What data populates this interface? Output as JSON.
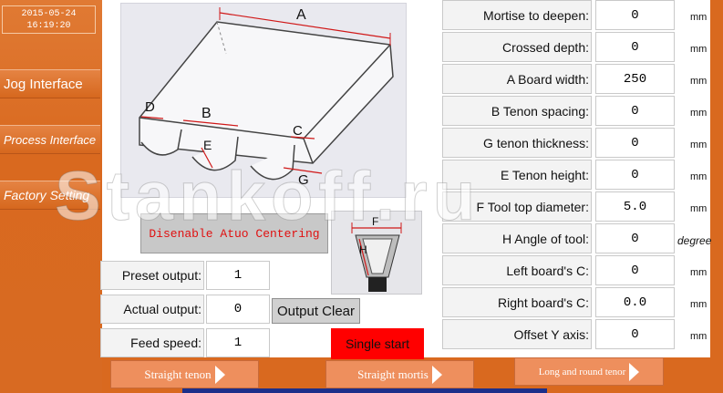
{
  "clock": {
    "date": "2015-05-24",
    "time": "16:19:20"
  },
  "sidebar": {
    "items": [
      {
        "label": "Jog Interface"
      },
      {
        "label": "Process Interface"
      },
      {
        "label": "Factory Setting"
      }
    ]
  },
  "diagram": {
    "labels": {
      "a": "A",
      "b": "B",
      "c": "C",
      "d": "D",
      "e": "E",
      "f": "F",
      "g": "G",
      "h": "H"
    }
  },
  "centering": {
    "label": "Disenable Atuo Centering"
  },
  "outputs": {
    "preset": {
      "label": "Preset output:",
      "value": "1"
    },
    "actual": {
      "label": "Actual output:",
      "value": "0"
    },
    "feed": {
      "label": "Feed speed:",
      "value": "1"
    },
    "clear_label": "Output Clear"
  },
  "single_start": "Single start",
  "modes": {
    "straight_tenon": "Straight tenon",
    "straight_mortise": "Straight mortis",
    "long_round": "Long and round tenor"
  },
  "params": [
    {
      "label": "Mortise to deepen:",
      "value": "0",
      "unit": "mm"
    },
    {
      "label": "Crossed depth:",
      "value": "0",
      "unit": "mm"
    },
    {
      "label": "A Board width:",
      "value": "250",
      "unit": "mm"
    },
    {
      "label": "B Tenon spacing:",
      "value": "0",
      "unit": "mm"
    },
    {
      "label": "G tenon thickness:",
      "value": "0",
      "unit": "mm"
    },
    {
      "label": "E Tenon height:",
      "value": "0",
      "unit": "mm"
    },
    {
      "label": "F Tool top diameter:",
      "value": "5.0",
      "unit": "mm"
    },
    {
      "label": "H Angle of tool:",
      "value": "0",
      "unit": "degree"
    },
    {
      "label": "Left board's C:",
      "value": "0",
      "unit": "mm"
    },
    {
      "label": "Right board's C:",
      "value": "0.0",
      "unit": "mm"
    },
    {
      "label": "Offset Y axis:",
      "value": "0",
      "unit": "mm"
    }
  ],
  "watermark": "Stankoff.ru",
  "colors": {
    "sidebar": "#d9691f",
    "mode_button": "#ee8f5d",
    "start": "#ff0000",
    "warning_text": "#e01010"
  }
}
